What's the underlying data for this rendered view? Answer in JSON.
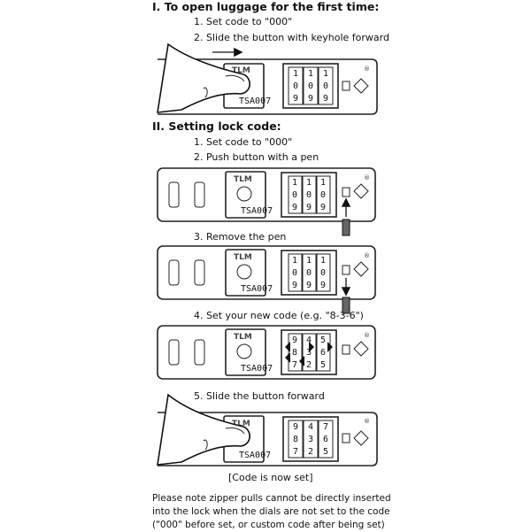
{
  "section1": {
    "heading": "I.   To open luggage for the first time:",
    "step1": "1. Set code to \"000\"",
    "step2": "2. Slide the button with keyhole forward"
  },
  "section2": {
    "heading": "II.  Setting lock code:",
    "step1": "1. Set code to \"000\"",
    "step2": "2. Push button with a pen",
    "step3": "3. Remove the pen",
    "step4": "4. Set your new code (e.g. \"8-3-6\")",
    "step5": "5. Slide the button forward"
  },
  "lock": {
    "brand": "TLM",
    "model": "TSA007",
    "registered": "®"
  },
  "dials_default": {
    "top": [
      "1",
      "1",
      "1"
    ],
    "mid": [
      "0",
      "0",
      "0"
    ],
    "bot": [
      "9",
      "9",
      "9"
    ]
  },
  "dials_new": {
    "top": [
      "9",
      "4",
      "5"
    ],
    "mid": [
      "8",
      "3",
      "6"
    ],
    "bot": [
      "7",
      "2",
      "5"
    ]
  },
  "dials_set": {
    "top": [
      "9",
      "4",
      "7"
    ],
    "mid": [
      "8",
      "3",
      "6"
    ],
    "bot": [
      "7",
      "2",
      "5"
    ]
  },
  "caption": "[Code is now set]",
  "note": {
    "line1": "Please note zipper pulls cannot be directly inserted",
    "line2": "into the lock when the dials are not set to the code",
    "line3": "(\"000\" before set, or custom code after being set)"
  }
}
